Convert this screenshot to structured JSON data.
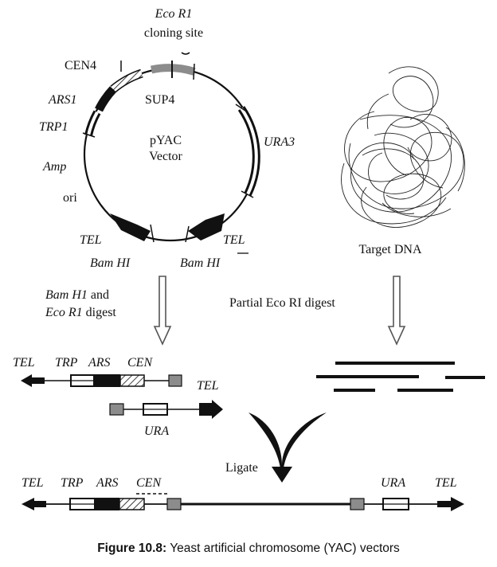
{
  "colors": {
    "ink": "#111111",
    "segment_gray": "#8c8c8c",
    "arrow_outline": "#555555",
    "arrow_fill": "#ffffff"
  },
  "vector": {
    "eco_label": "Eco R1",
    "cloning_site": "cloning site",
    "cen4": "CEN4",
    "ars1": "ARS1",
    "trp1": "TRP1",
    "amp": "Amp",
    "ori": "ori",
    "sup4": "SUP4",
    "name_line1": "pYAC",
    "name_line2": "Vector",
    "ura3": "URA3",
    "tel_left": "TEL",
    "tel_right": "TEL",
    "bam_left": "Bam HI",
    "bam_right": "Bam HI"
  },
  "target": {
    "label": "Target DNA"
  },
  "digest": {
    "left_line1_italic": "Bam H1",
    "left_line1_rest": " and",
    "left_line2_italic": "Eco R1",
    "left_line2_rest": " digest",
    "right": "Partial Eco RI digest"
  },
  "fragments": {
    "tel1": "TEL",
    "trp": "TRP",
    "ars": "ARS",
    "cen": "CEN",
    "tel2": "TEL",
    "ura": "URA"
  },
  "ligate": "Ligate",
  "product": {
    "tel_left": "TEL",
    "trp": "TRP",
    "ars": "ARS",
    "cen": "CEN",
    "ura": "URA",
    "tel_right": "TEL"
  },
  "caption": {
    "label": "Figure 10.8:",
    "text": " Yeast artificial chromosome (YAC) vectors"
  }
}
